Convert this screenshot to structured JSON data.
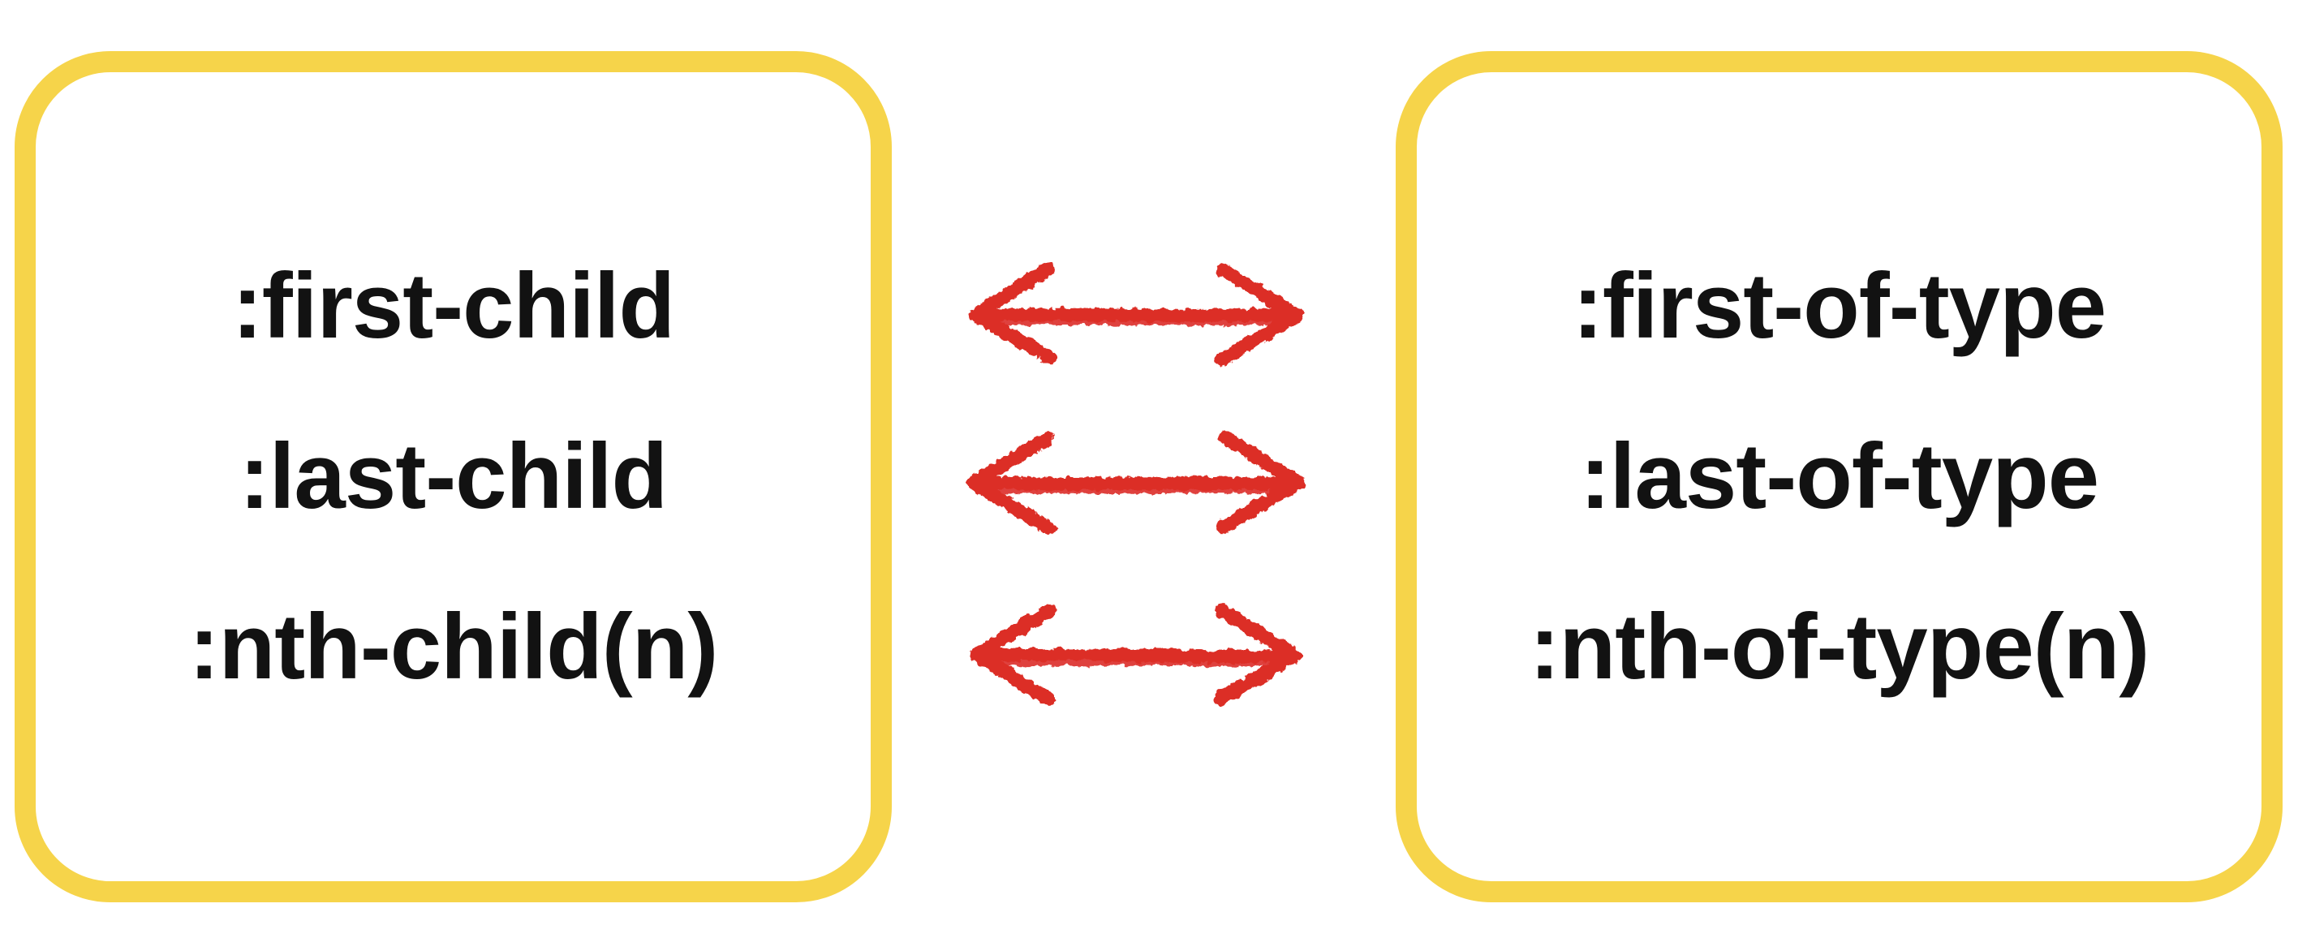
{
  "style": {
    "background": "#ffffff",
    "box_border_color": "#F6D44A",
    "arrow_color": "#DC2F28",
    "text_color": "#121212"
  },
  "left_box": {
    "items": [
      ":first-child",
      ":last-child",
      ":nth-child(n)"
    ]
  },
  "right_box": {
    "items": [
      ":first-of-type",
      ":last-of-type",
      ":nth-of-type(n)"
    ]
  },
  "arrows": [
    {
      "icon": "double-headed-arrow",
      "from": ":first-child",
      "to": ":first-of-type"
    },
    {
      "icon": "double-headed-arrow",
      "from": ":last-child",
      "to": ":last-of-type"
    },
    {
      "icon": "double-headed-arrow",
      "from": ":nth-child(n)",
      "to": ":nth-of-type(n)"
    }
  ]
}
